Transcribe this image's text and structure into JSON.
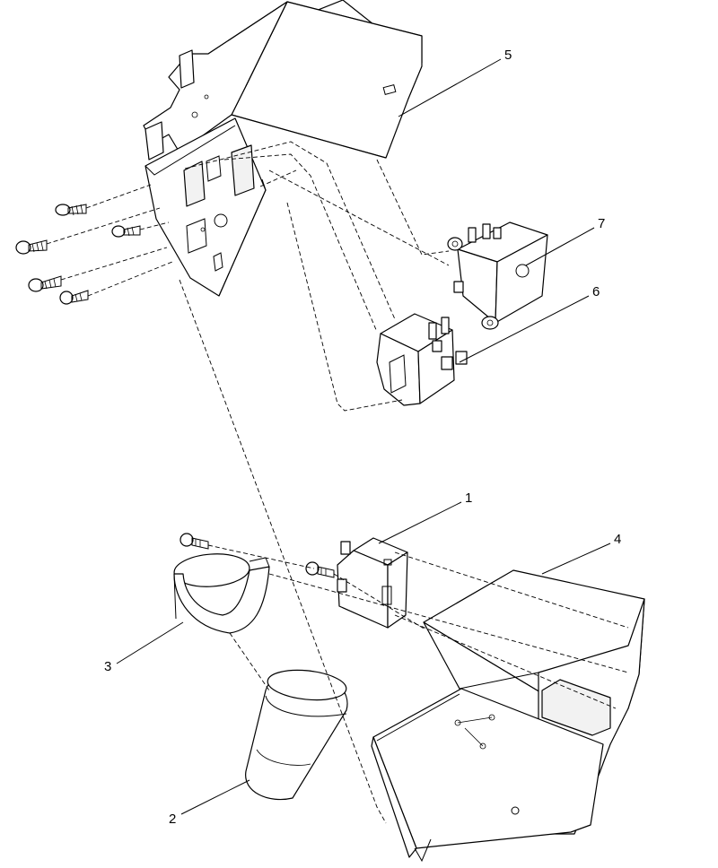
{
  "diagram": {
    "style": "exploded-parts-view",
    "line_color": "#000000",
    "background": "#ffffff",
    "callouts": [
      {
        "id": "callout-1",
        "label": "1"
      },
      {
        "id": "callout-2",
        "label": "2"
      },
      {
        "id": "callout-3",
        "label": "3"
      },
      {
        "id": "callout-4",
        "label": "4"
      },
      {
        "id": "callout-5",
        "label": "5"
      },
      {
        "id": "callout-6",
        "label": "6"
      },
      {
        "id": "callout-7",
        "label": "7"
      }
    ],
    "screws": [
      {
        "id": "screw-a"
      },
      {
        "id": "screw-b"
      },
      {
        "id": "screw-c"
      },
      {
        "id": "screw-d"
      },
      {
        "id": "screw-e"
      },
      {
        "id": "screw-f"
      },
      {
        "id": "screw-g"
      }
    ]
  }
}
